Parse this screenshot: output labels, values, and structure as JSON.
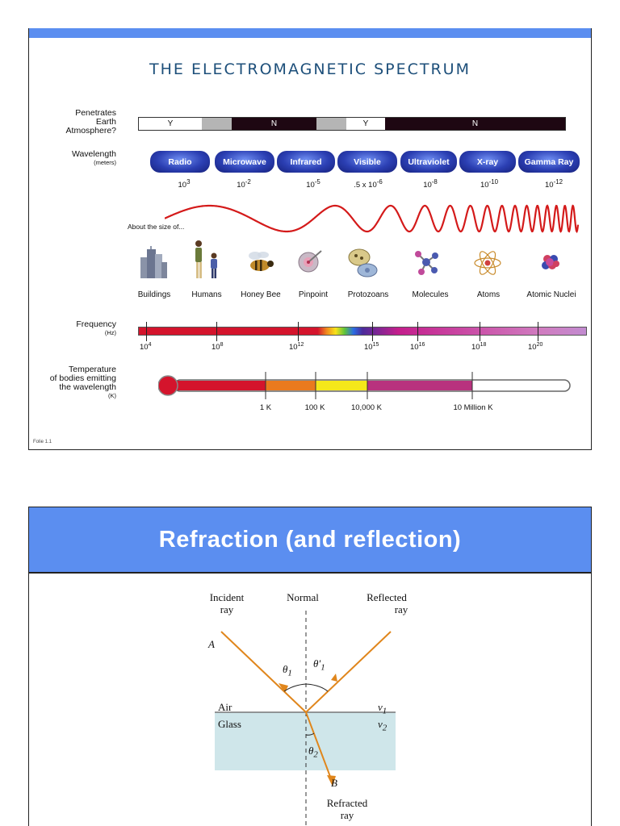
{
  "slide1": {
    "title": "THE ELECTROMAGNETIC SPECTRUM",
    "penetrates_label": [
      "Penetrates",
      "Earth",
      "Atmosphere?"
    ],
    "atmosphere_segments": [
      {
        "text": "Y",
        "color": "#ffffff"
      },
      {
        "text": "",
        "color": "#b5b5b5"
      },
      {
        "text": "N",
        "color": "#1e0712"
      },
      {
        "text": "",
        "color": "#b5b5b5"
      },
      {
        "text": "Y",
        "color": "#ffffff"
      },
      {
        "text": "N",
        "color": "#1e0712"
      }
    ],
    "wavelength_label": "Wavelength",
    "wavelength_unit": "(meters)",
    "bands": [
      "Radio",
      "Microwave",
      "Infrared",
      "Visible",
      "Ultraviolet",
      "X-ray",
      "Gamma Ray"
    ],
    "wavelength_values": [
      {
        "base": "10",
        "exp": "3"
      },
      {
        "base": "10",
        "exp": "-2"
      },
      {
        "base": "10",
        "exp": "-5"
      },
      {
        "base": ".5 x 10",
        "exp": "-6"
      },
      {
        "base": "10",
        "exp": "-8"
      },
      {
        "base": "10",
        "exp": "-10"
      },
      {
        "base": "10",
        "exp": "-12"
      }
    ],
    "size_label": "About the size of...",
    "size_items": [
      {
        "label": "Buildings",
        "icon": "buildings-icon"
      },
      {
        "label": "Humans",
        "icon": "humans-icon"
      },
      {
        "label": "Honey Bee",
        "icon": "honey-bee-icon"
      },
      {
        "label": "Pinpoint",
        "icon": "pinpoint-icon"
      },
      {
        "label": "Protozoans",
        "icon": "protozoans-icon"
      },
      {
        "label": "Molecules",
        "icon": "molecules-icon"
      },
      {
        "label": "Atoms",
        "icon": "atoms-icon"
      },
      {
        "label": "Atomic Nuclei",
        "icon": "atomic-nuclei-icon"
      }
    ],
    "frequency_label": "Frequency",
    "frequency_unit": "(Hz)",
    "frequency_ticks": [
      {
        "base": "10",
        "exp": "4"
      },
      {
        "base": "10",
        "exp": "8"
      },
      {
        "base": "10",
        "exp": "12"
      },
      {
        "base": "10",
        "exp": "15"
      },
      {
        "base": "10",
        "exp": "16"
      },
      {
        "base": "10",
        "exp": "18"
      },
      {
        "base": "10",
        "exp": "20"
      }
    ],
    "temperature_label": [
      "Temperature",
      "of bodies emitting",
      "the wavelength"
    ],
    "temperature_unit": "(K)",
    "temperature_ticks": [
      "1 K",
      "100 K",
      "10,000 K",
      "10 Million K"
    ],
    "footer": "Folie 1.1",
    "colors": {
      "accent_bar": "#5b8ef0",
      "title": "#1d4f7a",
      "wave": "#d41a1a"
    }
  },
  "slide2": {
    "title": "Refraction  (and  reflection)",
    "labels": {
      "incident": "Incident",
      "incident2": "ray",
      "normal": "Normal",
      "reflected": "Reflected",
      "reflected2": "ray",
      "point_a": "A",
      "point_b": "B",
      "theta1": "θ",
      "theta1_sub": "1",
      "theta1p": "θ′",
      "theta1p_sub": "1",
      "theta2": "θ",
      "theta2_sub": "2",
      "air": "Air",
      "glass": "Glass",
      "v1": "v",
      "v1_sub": "1",
      "v2": "v",
      "v2_sub": "2",
      "refracted": "Refracted",
      "refracted2": "ray"
    },
    "colors": {
      "header": "#5b8ef0",
      "ray": "#e0861c",
      "glass": "#cfe6ea"
    }
  }
}
